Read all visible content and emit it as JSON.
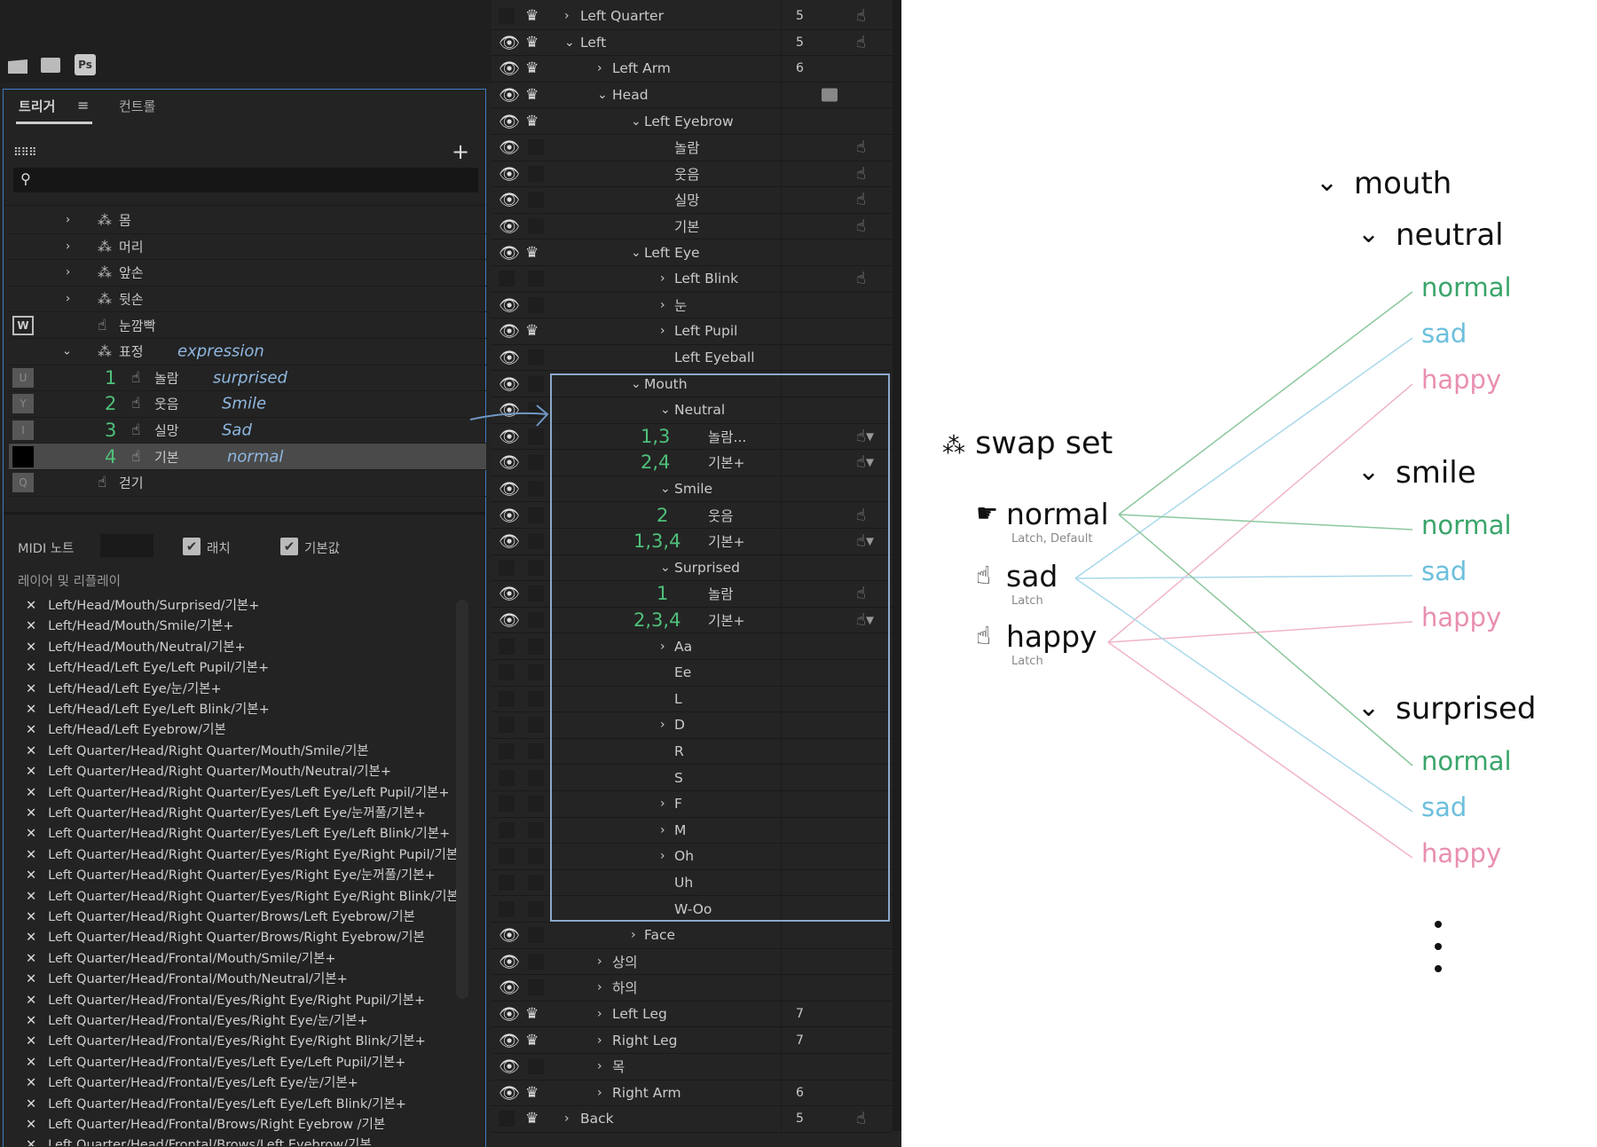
{
  "toolbar": {
    "icons": [
      "clapper-icon",
      "folder-icon",
      "photoshop-icon"
    ],
    "ps_label": "Ps"
  },
  "triggers": {
    "tabs": [
      {
        "label": "트리거",
        "active": true
      },
      {
        "label": "컨트롤",
        "active": false
      }
    ],
    "search_placeholder": "",
    "tree": [
      {
        "label": "몸",
        "type": "group",
        "chevron": "right",
        "key": ""
      },
      {
        "label": "머리",
        "type": "group",
        "chevron": "right",
        "key": ""
      },
      {
        "label": "앞손",
        "type": "group",
        "chevron": "right",
        "key": ""
      },
      {
        "label": "뒷손",
        "type": "group",
        "chevron": "right",
        "key": ""
      },
      {
        "label": "눈깜빡",
        "type": "trigger",
        "chevron": "",
        "key": "W",
        "key_style": "outline"
      },
      {
        "label": "표정",
        "type": "group",
        "chevron": "down",
        "key": "",
        "annotation": "expression"
      },
      {
        "label": "놀람",
        "type": "trigger",
        "child": true,
        "key": "U",
        "number": "1",
        "annotation": "surprised"
      },
      {
        "label": "웃음",
        "type": "trigger",
        "child": true,
        "key": "Y",
        "number": "2",
        "annotation": "Smile"
      },
      {
        "label": "실망",
        "type": "trigger",
        "child": true,
        "key": "I",
        "number": "3",
        "annotation": "Sad"
      },
      {
        "label": "기본",
        "type": "trigger",
        "child": true,
        "key": "",
        "key_style": "swatch",
        "number": "4",
        "annotation": "normal",
        "selected": true
      },
      {
        "label": "걷기",
        "type": "trigger",
        "key": "Q"
      }
    ],
    "midi_label": "MIDI 노트",
    "midi_value": "",
    "latch_label": "래치",
    "latch_checked": true,
    "default_label": "기본값",
    "default_checked": true,
    "layers_header": "레이어 및 리플레이",
    "layers": [
      "Left/Head/Mouth/Surprised/기본+",
      "Left/Head/Mouth/Smile/기본+",
      "Left/Head/Mouth/Neutral/기본+",
      "Left/Head/Left Eye/Left Pupil/기본+",
      "Left/Head/Left Eye/눈/기본+",
      "Left/Head/Left Eye/Left Blink/기본+",
      "Left/Head/Left Eyebrow/기본",
      "Left Quarter/Head/Right Quarter/Mouth/Smile/기본",
      "Left Quarter/Head/Right Quarter/Mouth/Neutral/기본+",
      "Left Quarter/Head/Right Quarter/Eyes/Left Eye/Left Pupil/기본+",
      "Left Quarter/Head/Right Quarter/Eyes/Left Eye/눈꺼풀/기본+",
      "Left Quarter/Head/Right Quarter/Eyes/Left Eye/Left Blink/기본+",
      "Left Quarter/Head/Right Quarter/Eyes/Right Eye/Right Pupil/기본",
      "Left Quarter/Head/Right Quarter/Eyes/Right Eye/눈꺼풀/기본+",
      "Left Quarter/Head/Right Quarter/Eyes/Right Eye/Right Blink/기본+",
      "Left Quarter/Head/Right Quarter/Brows/Left Eyebrow/기본",
      "Left Quarter/Head/Right Quarter/Brows/Right Eyebrow/기본",
      "Left Quarter/Head/Frontal/Mouth/Smile/기본+",
      "Left Quarter/Head/Frontal/Mouth/Neutral/기본+",
      "Left Quarter/Head/Frontal/Eyes/Right Eye/Right Pupil/기본+",
      "Left Quarter/Head/Frontal/Eyes/Right Eye/눈/기본+",
      "Left Quarter/Head/Frontal/Eyes/Right Eye/Right Blink/기본+",
      "Left Quarter/Head/Frontal/Eyes/Left Eye/Left Pupil/기본+",
      "Left Quarter/Head/Frontal/Eyes/Left Eye/눈/기본+",
      "Left Quarter/Head/Frontal/Eyes/Left Eye/Left Blink/기본+",
      "Left Quarter/Head/Frontal/Brows/Right Eyebrow /기본",
      "Left Quarter/Head/Frontal/Brows/Left Eyebrow/기본"
    ]
  },
  "puppet": {
    "rows": [
      {
        "label": "Left Quarter",
        "eye": false,
        "crown": true,
        "lvl": 0,
        "chev": "right",
        "count": "5",
        "icon": "hand"
      },
      {
        "label": "Left",
        "eye": true,
        "crown": true,
        "lvl": 0,
        "chev": "down",
        "count": "5",
        "icon": "hand"
      },
      {
        "label": "Left Arm",
        "eye": true,
        "crown": true,
        "lvl": 1,
        "chev": "right",
        "count": "6"
      },
      {
        "label": "Head",
        "eye": true,
        "crown": true,
        "lvl": 1,
        "chev": "down",
        "icon": "camera"
      },
      {
        "label": "Left Eyebrow",
        "eye": true,
        "crown": true,
        "lvl": 2,
        "chev": "down"
      },
      {
        "label": "놀람",
        "eye": true,
        "lvl": 3,
        "icon": "hand"
      },
      {
        "label": "웃음",
        "eye": true,
        "lvl": 3,
        "icon": "hand"
      },
      {
        "label": "실망",
        "eye": true,
        "lvl": 3,
        "icon": "hand"
      },
      {
        "label": "기본",
        "eye": true,
        "lvl": 3,
        "icon": "hand"
      },
      {
        "label": "Left Eye",
        "eye": true,
        "crown": true,
        "lvl": 2,
        "chev": "down"
      },
      {
        "label": "Left Blink",
        "eye": false,
        "lvl": 3,
        "chev": "right",
        "icon": "hand"
      },
      {
        "label": "눈",
        "eye": true,
        "lvl": 3,
        "chev": "right"
      },
      {
        "label": "Left Pupil",
        "eye": true,
        "crown": true,
        "lvl": 3,
        "chev": "right"
      },
      {
        "label": "Left Eyeball",
        "eye": true,
        "lvl": 3
      },
      {
        "label": "Mouth",
        "eye": true,
        "lvl": 2,
        "chev": "down"
      },
      {
        "label": "Neutral",
        "eye": true,
        "lvl": 3,
        "chev": "down"
      },
      {
        "label": "놀람...",
        "eye": true,
        "lvl": 4,
        "icon": "hand-dd",
        "annot": "1,3"
      },
      {
        "label": "기본+",
        "eye": true,
        "lvl": 4,
        "icon": "hand-dd",
        "annot": "2,4"
      },
      {
        "label": "Smile",
        "eye": true,
        "lvl": 3,
        "chev": "down"
      },
      {
        "label": "웃음",
        "eye": true,
        "lvl": 4,
        "icon": "hand",
        "annot": "2"
      },
      {
        "label": "기본+",
        "eye": true,
        "lvl": 4,
        "icon": "hand-dd",
        "annot": "1,3,4"
      },
      {
        "label": "Surprised",
        "eye": false,
        "lvl": 3,
        "chev": "down"
      },
      {
        "label": "놀람",
        "eye": true,
        "lvl": 4,
        "icon": "hand",
        "annot": "1"
      },
      {
        "label": "기본+",
        "eye": true,
        "lvl": 4,
        "icon": "hand-dd",
        "annot": "2,3,4"
      },
      {
        "label": "Aa",
        "eye": false,
        "lvl": 3,
        "chev": "right"
      },
      {
        "label": "Ee",
        "eye": false,
        "lvl": 3
      },
      {
        "label": "L",
        "eye": false,
        "lvl": 3
      },
      {
        "label": "D",
        "eye": false,
        "lvl": 3,
        "chev": "right"
      },
      {
        "label": "R",
        "eye": false,
        "lvl": 3
      },
      {
        "label": "S",
        "eye": false,
        "lvl": 3
      },
      {
        "label": "F",
        "eye": false,
        "lvl": 3,
        "chev": "right"
      },
      {
        "label": "M",
        "eye": false,
        "lvl": 3,
        "chev": "right"
      },
      {
        "label": "Oh",
        "eye": false,
        "lvl": 3,
        "chev": "right"
      },
      {
        "label": "Uh",
        "eye": false,
        "lvl": 3
      },
      {
        "label": "W-Oo",
        "eye": false,
        "lvl": 3
      },
      {
        "label": "Face",
        "eye": true,
        "lvl": 2,
        "chev": "right"
      },
      {
        "label": "상의",
        "eye": true,
        "lvl": 1,
        "chev": "right"
      },
      {
        "label": "하의",
        "eye": true,
        "lvl": 1,
        "chev": "right"
      },
      {
        "label": "Left Leg",
        "eye": true,
        "crown": true,
        "lvl": 1,
        "chev": "right",
        "count": "7"
      },
      {
        "label": "Right Leg",
        "eye": true,
        "crown": true,
        "lvl": 1,
        "chev": "right",
        "count": "7"
      },
      {
        "label": "목",
        "eye": true,
        "lvl": 1,
        "chev": "right"
      },
      {
        "label": "Right Arm",
        "eye": true,
        "crown": true,
        "lvl": 1,
        "chev": "right",
        "count": "6"
      },
      {
        "label": "Back",
        "eye": false,
        "crown": true,
        "lvl": 0,
        "chev": "right",
        "count": "5",
        "icon": "hand"
      }
    ]
  },
  "diagram": {
    "swap_set": "swap set",
    "triggers": [
      {
        "label": "normal",
        "sub": "Latch, Default",
        "filled": true
      },
      {
        "label": "sad",
        "sub": "Latch"
      },
      {
        "label": "happy",
        "sub": "Latch"
      }
    ],
    "root": "mouth",
    "groups": [
      {
        "label": "neutral",
        "items": [
          "normal",
          "sad",
          "happy"
        ]
      },
      {
        "label": "smile",
        "items": [
          "normal",
          "sad",
          "happy"
        ]
      },
      {
        "label": "surprised",
        "items": [
          "normal",
          "sad",
          "happy"
        ]
      }
    ],
    "colors": {
      "normal": "#3aa56a",
      "sad": "#6cc0dd",
      "happy": "#e98fb1",
      "line_normal": "#8cc79e",
      "line_sad": "#a8d8ea",
      "line_happy": "#f0b5c8",
      "annotation": "#8fb7e0",
      "number": "#4fc07a",
      "frame": "#8aa9c9"
    }
  }
}
